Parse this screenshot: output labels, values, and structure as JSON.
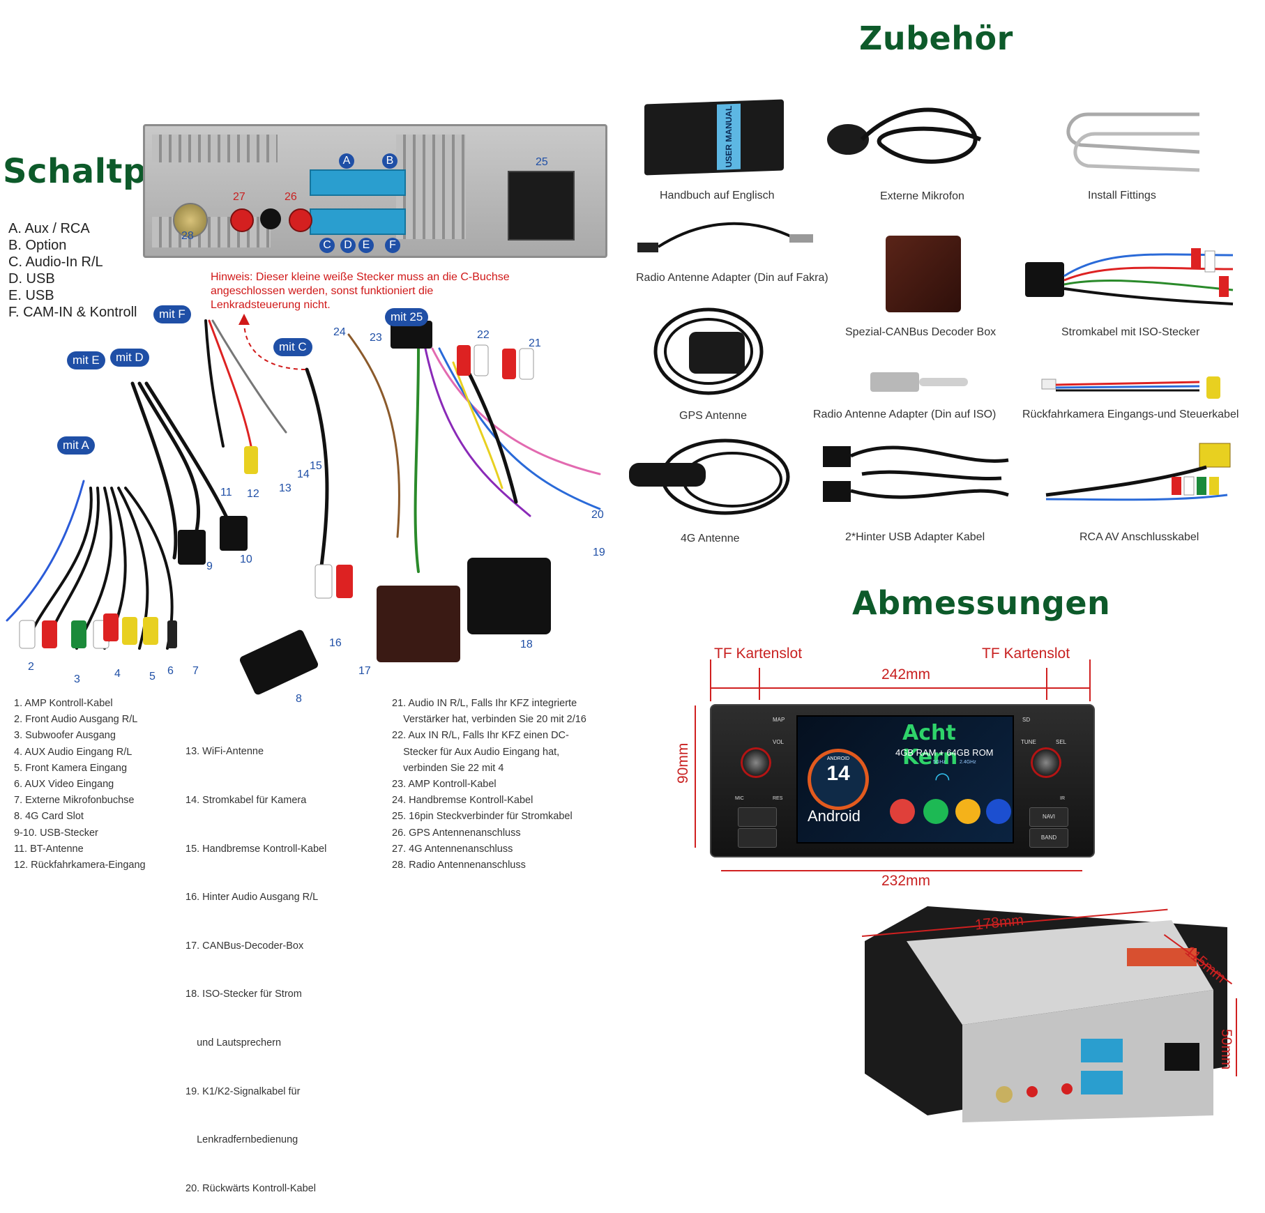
{
  "headings": {
    "schaltplan": "Schaltplan",
    "zubehor": "Zubehör",
    "abmessungen": "Abmessungen"
  },
  "connector_legend": [
    "A. Aux / RCA",
    "B. Option",
    "C. Audio-In R/L",
    "D. USB",
    "E. USB",
    "F. CAM-IN & Kontroll"
  ],
  "note": "Hinweis: Dieser kleine weiße Stecker muss an die C-Buchse angeschlossen werden, sonst funktioniert die Lenkradsteuerung nicht.",
  "panel_labels": {
    "a": "A",
    "b": "B",
    "c": "C",
    "d": "D",
    "e": "E",
    "f": "F",
    "n25": "25",
    "n26": "26",
    "n27": "27",
    "n28": "28"
  },
  "bubbles": {
    "mit_a": "mit A",
    "mit_c": "mit C",
    "mit_d": "mit D",
    "mit_e": "mit E",
    "mit_f": "mit F",
    "mit_25": "mit 25"
  },
  "cable_numbers": [
    "2",
    "3",
    "4",
    "5",
    "6",
    "7",
    "8",
    "9",
    "10",
    "11",
    "12",
    "13",
    "14",
    "15",
    "16",
    "17",
    "18",
    "19",
    "20",
    "21",
    "22",
    "23",
    "24"
  ],
  "parts_list": {
    "col1": [
      "1. AMP Kontroll-Kabel",
      "2. Front Audio Ausgang R/L",
      "3. Subwoofer Ausgang",
      "4. AUX Audio Eingang R/L",
      "5. Front Kamera Eingang",
      "6. AUX Video Eingang",
      "7. Externe Mikrofonbuchse",
      "8. 4G Card Slot",
      "9-10. USB-Stecker",
      "11. BT-Antenne",
      "12. Rückfahrkamera-Eingang"
    ],
    "col2": [
      "13. WiFi-Antenne",
      "14. Stromkabel für Kamera",
      "15. Handbremse Kontroll-Kabel",
      "16. Hinter Audio Ausgang R/L",
      "17. CANBus-Decoder-Box",
      "18. ISO-Stecker für Strom",
      "    und Lautsprechern",
      "19. K1/K2-Signalkabel für",
      "    Lenkradfernbedienung",
      "20. Rückwärts Kontroll-Kabel"
    ],
    "col3": [
      "21. Audio IN R/L, Falls Ihr KFZ integrierte",
      "    Verstärker hat, verbinden Sie 20 mit 2/16",
      "22. Aux IN R/L, Falls Ihr KFZ einen DC-",
      "    Stecker für Aux Audio Eingang hat,",
      "    verbinden Sie 22 mit 4",
      "23. AMP Kontroll-Kabel",
      "24. Handbremse Kontroll-Kabel",
      "25. 16pin Steckverbinder für Stromkabel",
      "26. GPS Antennenanschluss",
      "27. 4G Antennenanschluss",
      "28. Radio Antennenanschluss"
    ]
  },
  "accessories": [
    "Handbuch auf Englisch",
    "Externe Mikrofon",
    "Install Fittings",
    "Radio Antenne Adapter (Din auf Fakra)",
    "Spezial-CANBus Decoder Box",
    "Stromkabel mit ISO-Stecker",
    "GPS Antenne",
    "Radio Antenne Adapter (Din auf ISO)",
    "Rückfahrkamera Eingangs-und Steuerkabel",
    "4G Antenne",
    "2*Hinter USB Adapter Kabel",
    "RCA AV Anschlusskabel"
  ],
  "manual_cover_text": "USER MANUAL",
  "dimensions": {
    "tf_left": "TF Kartenslot",
    "tf_right": "TF Kartenslot",
    "width_top": "242mm",
    "width_bottom": "232mm",
    "height": "90mm",
    "depth_width": "178mm",
    "depth": "115mm",
    "unit_height": "50mm"
  },
  "screen": {
    "title": "Acht Kern",
    "memory": "4GB RAM + 64GB ROM",
    "badge_top": "ANDROID",
    "version": "14",
    "os": "Android",
    "wifi_left": "5GHz",
    "wifi_right": "2.4GHz"
  },
  "front_buttons": {
    "map": "MAP",
    "vol": "VOL",
    "sd": "SD",
    "tune": "TUNE",
    "sel": "SEL",
    "mic": "MIC",
    "res": "RES",
    "ir": "IR",
    "navi": "NAVI",
    "band": "BAND"
  },
  "colors": {
    "heading_green": "#0d5a2a",
    "bubble_blue": "#1f4fa6",
    "accent_red": "#c82020",
    "connector_blue": "#2a9ecf"
  }
}
